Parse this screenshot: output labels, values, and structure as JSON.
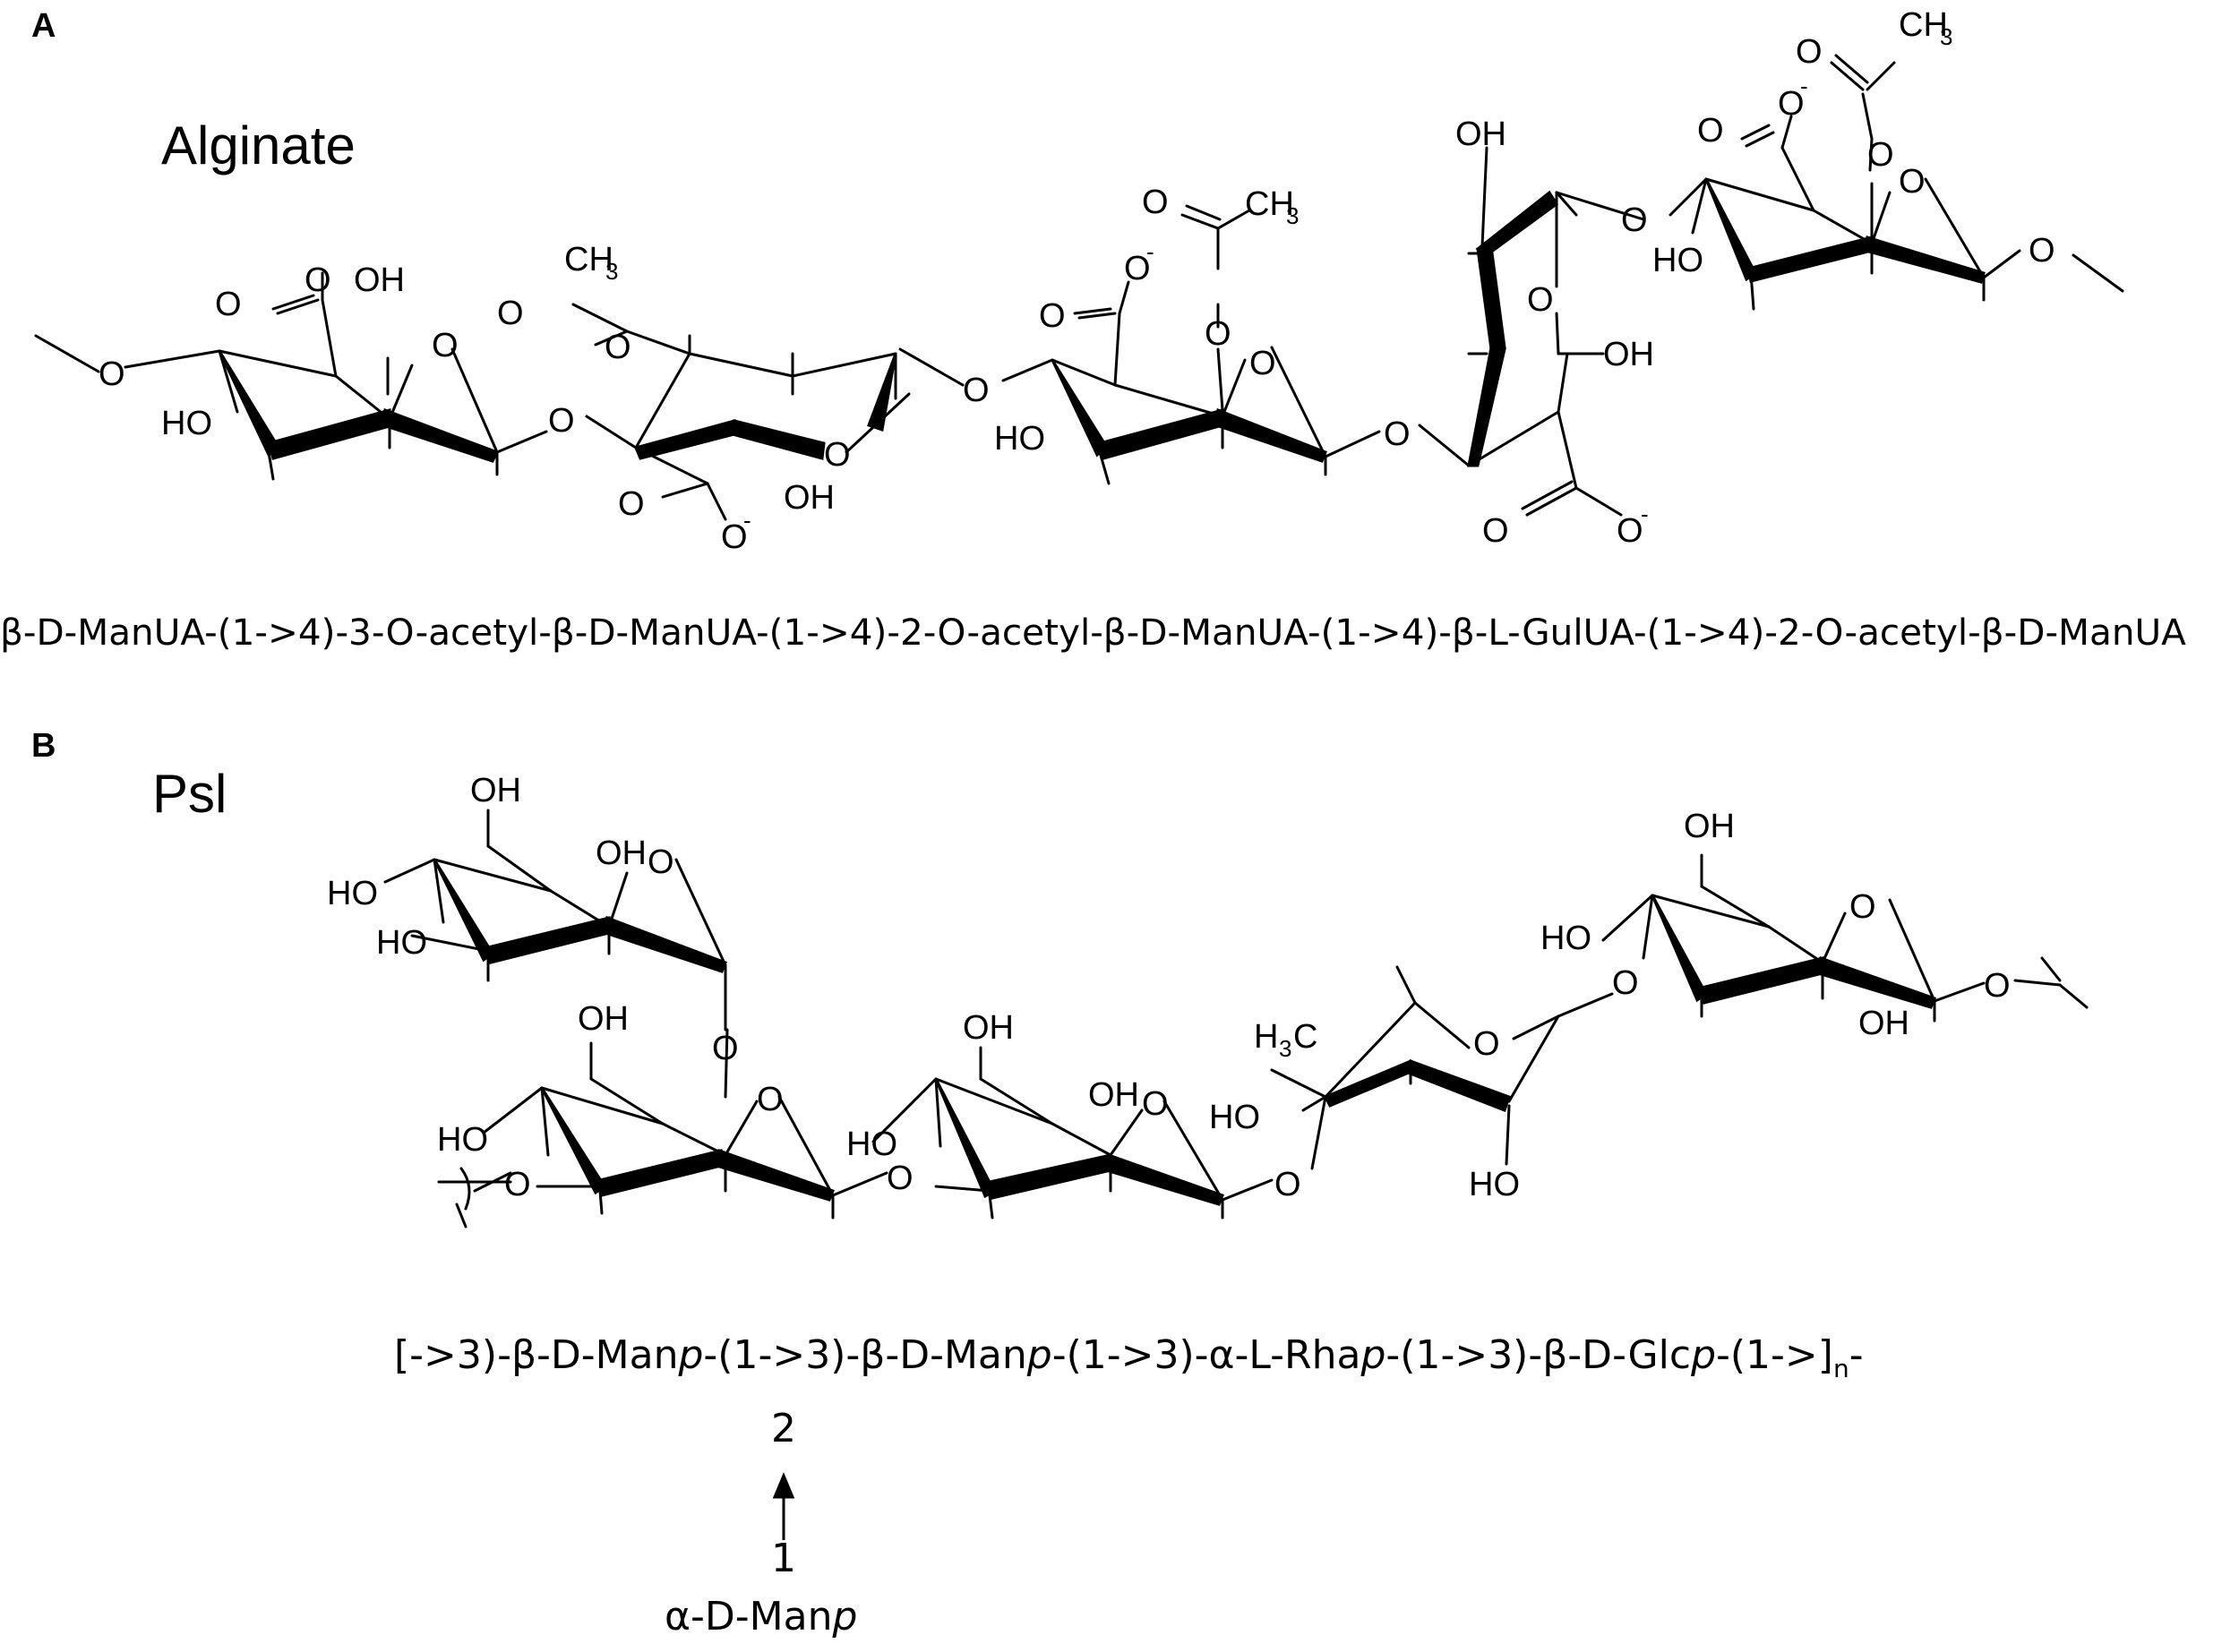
{
  "panel_a": {
    "letter": "A",
    "title": "Alginate",
    "sequence": "β-D-ManUA-(1->4)-3-O-acetyl-β-D-ManUA-(1->4)-2-O-acetyl-β-D-ManUA-(1->4)-β-L-GulUA-(1->4)-2-O-acetyl-β-D-ManUA",
    "atom_labels": {
      "o": "O",
      "oh": "OH",
      "ho": "HO",
      "ch3": "CH",
      "three": "3",
      "minus": "-"
    }
  },
  "panel_b": {
    "letter": "B",
    "title": "Psl",
    "sequence": {
      "p1": "[->3)-β-D-Man",
      "i1": "p",
      "p2": "-(1->3)-β-D-Man",
      "i2": "p",
      "p3": "-(1->3)-α-L-Rha",
      "i3": "p",
      "p4": "-(1->3)-β-D-Glc",
      "i4": "p",
      "p5": "-(1->]",
      "sub": "n",
      "p6": "-"
    },
    "branch": {
      "top_number": "2",
      "bottom_number": "1",
      "sugar": "α-D-Man",
      "sugar_italic": "p"
    },
    "atom_labels": {
      "o": "O",
      "oh": "OH",
      "ho": "HO",
      "h3c_h": "H",
      "h3c_c": "C",
      "three": "3"
    }
  }
}
